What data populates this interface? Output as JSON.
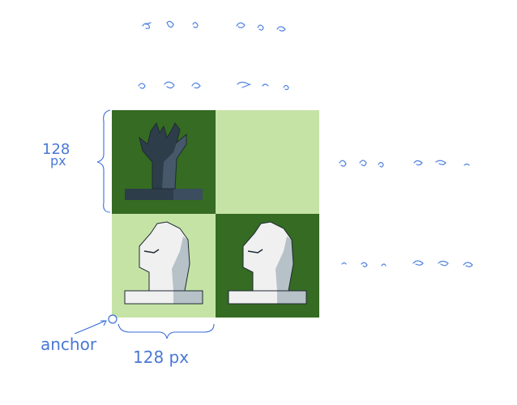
{
  "annotations": {
    "height_label_value": "128",
    "height_label_unit": "px",
    "width_label": "128 px",
    "anchor_label": "anchor"
  },
  "colors": {
    "dark_square": "#356b22",
    "light_square": "#c6e3a6",
    "annotation": "#4a78d6",
    "dark_piece_body": "#2e3d4a",
    "dark_piece_shade": "#46586a",
    "light_piece_body": "#f0f0f0",
    "light_piece_shade": "#b7c1c8",
    "piece_outline": "#1e2a33"
  },
  "board": {
    "cell_size_label": "128 px",
    "squares": [
      {
        "row": 0,
        "col": 0,
        "shade": "dark",
        "piece": "tree",
        "piece_color": "dark"
      },
      {
        "row": 0,
        "col": 1,
        "shade": "light",
        "piece": "",
        "piece_color": ""
      },
      {
        "row": 1,
        "col": 0,
        "shade": "light",
        "piece": "knight",
        "piece_color": "light"
      },
      {
        "row": 1,
        "col": 1,
        "shade": "dark",
        "piece": "knight",
        "piece_color": "light"
      }
    ]
  },
  "icons": {
    "tree": "tree-icon",
    "knight": "knight-icon",
    "anchor_point": "anchor-point-icon",
    "brace": "brace-icon",
    "arrow": "arrow-icon"
  }
}
